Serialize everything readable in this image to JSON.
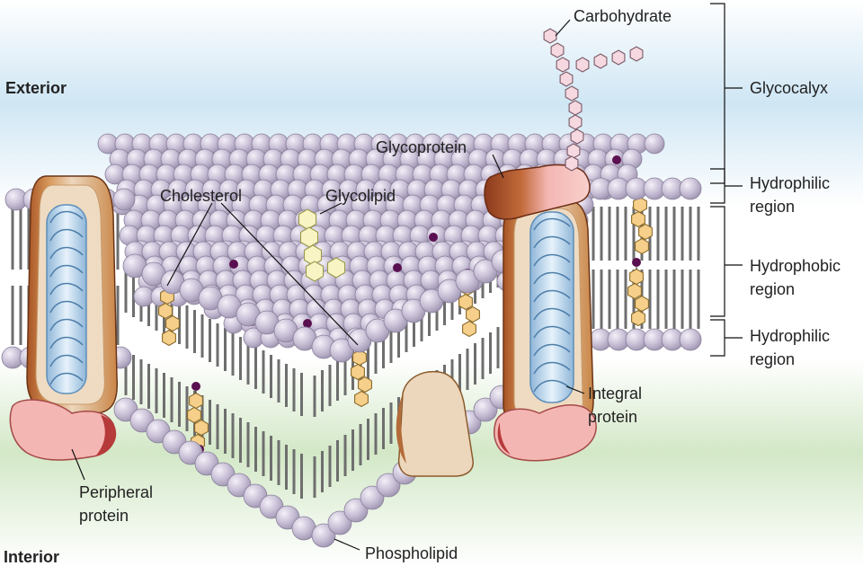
{
  "zones": {
    "exterior": "Exterior",
    "interior": "Interior"
  },
  "labels": {
    "carbohydrate": "Carbohydrate",
    "glycocalyx": "Glycocalyx",
    "glycoprotein": "Glycoprotein",
    "cholesterol": "Cholesterol",
    "glycolipid": "Glycolipid",
    "hydrophilic_top_1": "Hydrophilic",
    "hydrophilic_top_2": "region",
    "hydrophobic_1": "Hydrophobic",
    "hydrophobic_2": "region",
    "hydrophilic_bottom_1": "Hydrophilic",
    "hydrophilic_bottom_2": "region",
    "integral_1": "Integral",
    "integral_2": "protein",
    "peripheral_1": "Peripheral",
    "peripheral_2": "protein",
    "phospholipid": "Phospholipid"
  },
  "colors": {
    "exterior_sky": "#b9dcef",
    "interior_ground": "#cfe6c2",
    "phospholipid_head": "#c8bfd6",
    "phospholipid_tail": "#6e6e6e",
    "cholesterol": "#f6d08a",
    "glycolipid": "#f8f4c4",
    "carbohydrate": "#f5d8e0",
    "integral_protein": "#ecd6bc",
    "protein_edge": "#9a4a1e",
    "channel_helix": "#bcd8ef",
    "peripheral_protein": "#f4b6b3",
    "cholesterol_dot": "#5a1050"
  }
}
